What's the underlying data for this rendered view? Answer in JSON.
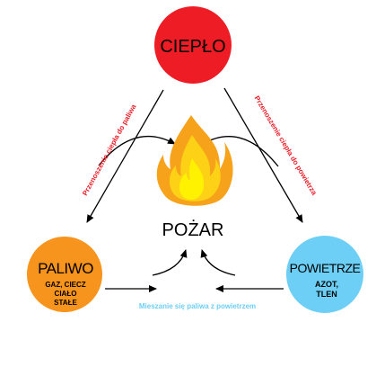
{
  "center": {
    "label": "POŻAR"
  },
  "nodes": {
    "heat": {
      "title": "CIEPŁO",
      "color": "#ee1c24"
    },
    "fuel": {
      "title": "PALIWO",
      "sub": [
        "GAZ, CIECZ",
        "CIAŁO",
        "STAŁE"
      ],
      "color": "#f7941d"
    },
    "air": {
      "title": "POWIETRZE",
      "sub": [
        "AZOT,",
        "TLEN"
      ],
      "color": "#6dcff6"
    }
  },
  "edges": {
    "heat_to_fuel": "Przenoszenie ciepła do paliwa",
    "heat_to_air": "Przenoszenie ciepła do powietrza",
    "mixing": "Mieszanie się paliwa z powietrzem"
  },
  "colors": {
    "edge_label_red": "#e8202a",
    "edge_label_blue": "#6dcff6",
    "arrow": "#000000",
    "flame_outer": "#f7a21b",
    "flame_mid": "#fcd116",
    "flame_inner": "#fff200"
  }
}
